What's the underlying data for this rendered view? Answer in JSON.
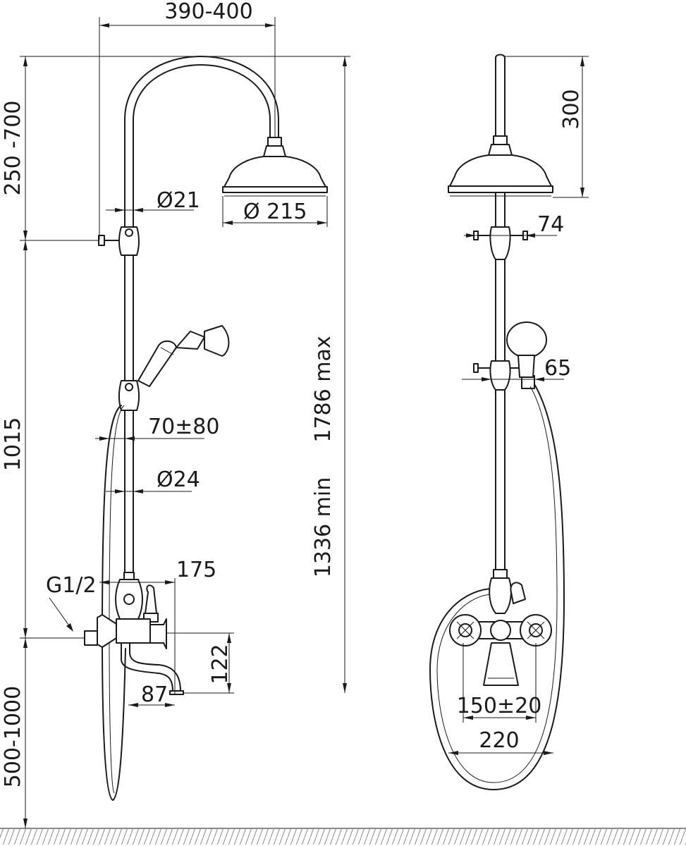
{
  "side_view": {
    "dims": {
      "arm_reach": "390-400",
      "top_height": "250 -700",
      "pipe_dia_top": "Ø21",
      "head_dia": "Ø 215",
      "holder_offset": "70±80",
      "pipe_dia_bottom": "Ø24",
      "mid_height": "1015",
      "max_height": "1786 max",
      "min_height": "1336 min",
      "thread": "G1/2",
      "mixer_depth": "175",
      "spout_drop": "122",
      "spout_reach": "87",
      "mount_height": "500-1000"
    }
  },
  "front_view": {
    "dims": {
      "head_height": "300",
      "bracket_width": "74",
      "holder_width": "65",
      "centers": "150±20",
      "mixer_width": "220"
    }
  }
}
